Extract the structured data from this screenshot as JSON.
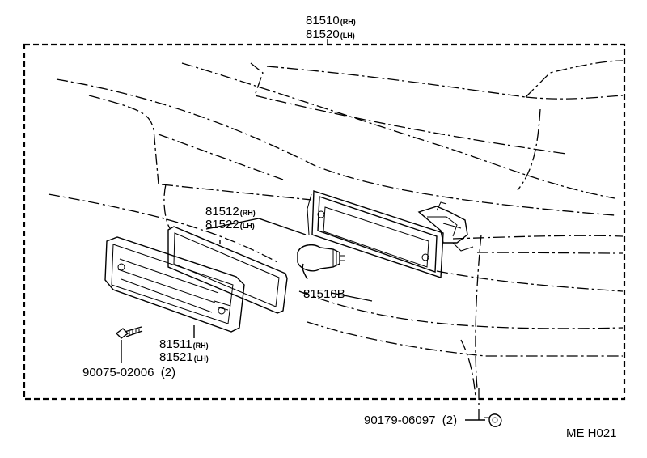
{
  "labels": {
    "assembly_rh": {
      "part": "81510",
      "side": "(RH)"
    },
    "assembly_lh": {
      "part": "81520",
      "side": "(LH)"
    },
    "gasket_rh": {
      "part": "81512",
      "side": "(RH)"
    },
    "gasket_lh": {
      "part": "81522",
      "side": "(LH)"
    },
    "bulb": {
      "part": "81510B"
    },
    "lens_rh": {
      "part": "81511",
      "side": "(RH)"
    },
    "lens_lh": {
      "part": "81521",
      "side": "(LH)"
    },
    "screw": {
      "text": "90075-02006  (2)"
    },
    "nut": {
      "text": "90179-06097  (2)"
    },
    "drawing_code": {
      "text": "ME H021"
    }
  }
}
